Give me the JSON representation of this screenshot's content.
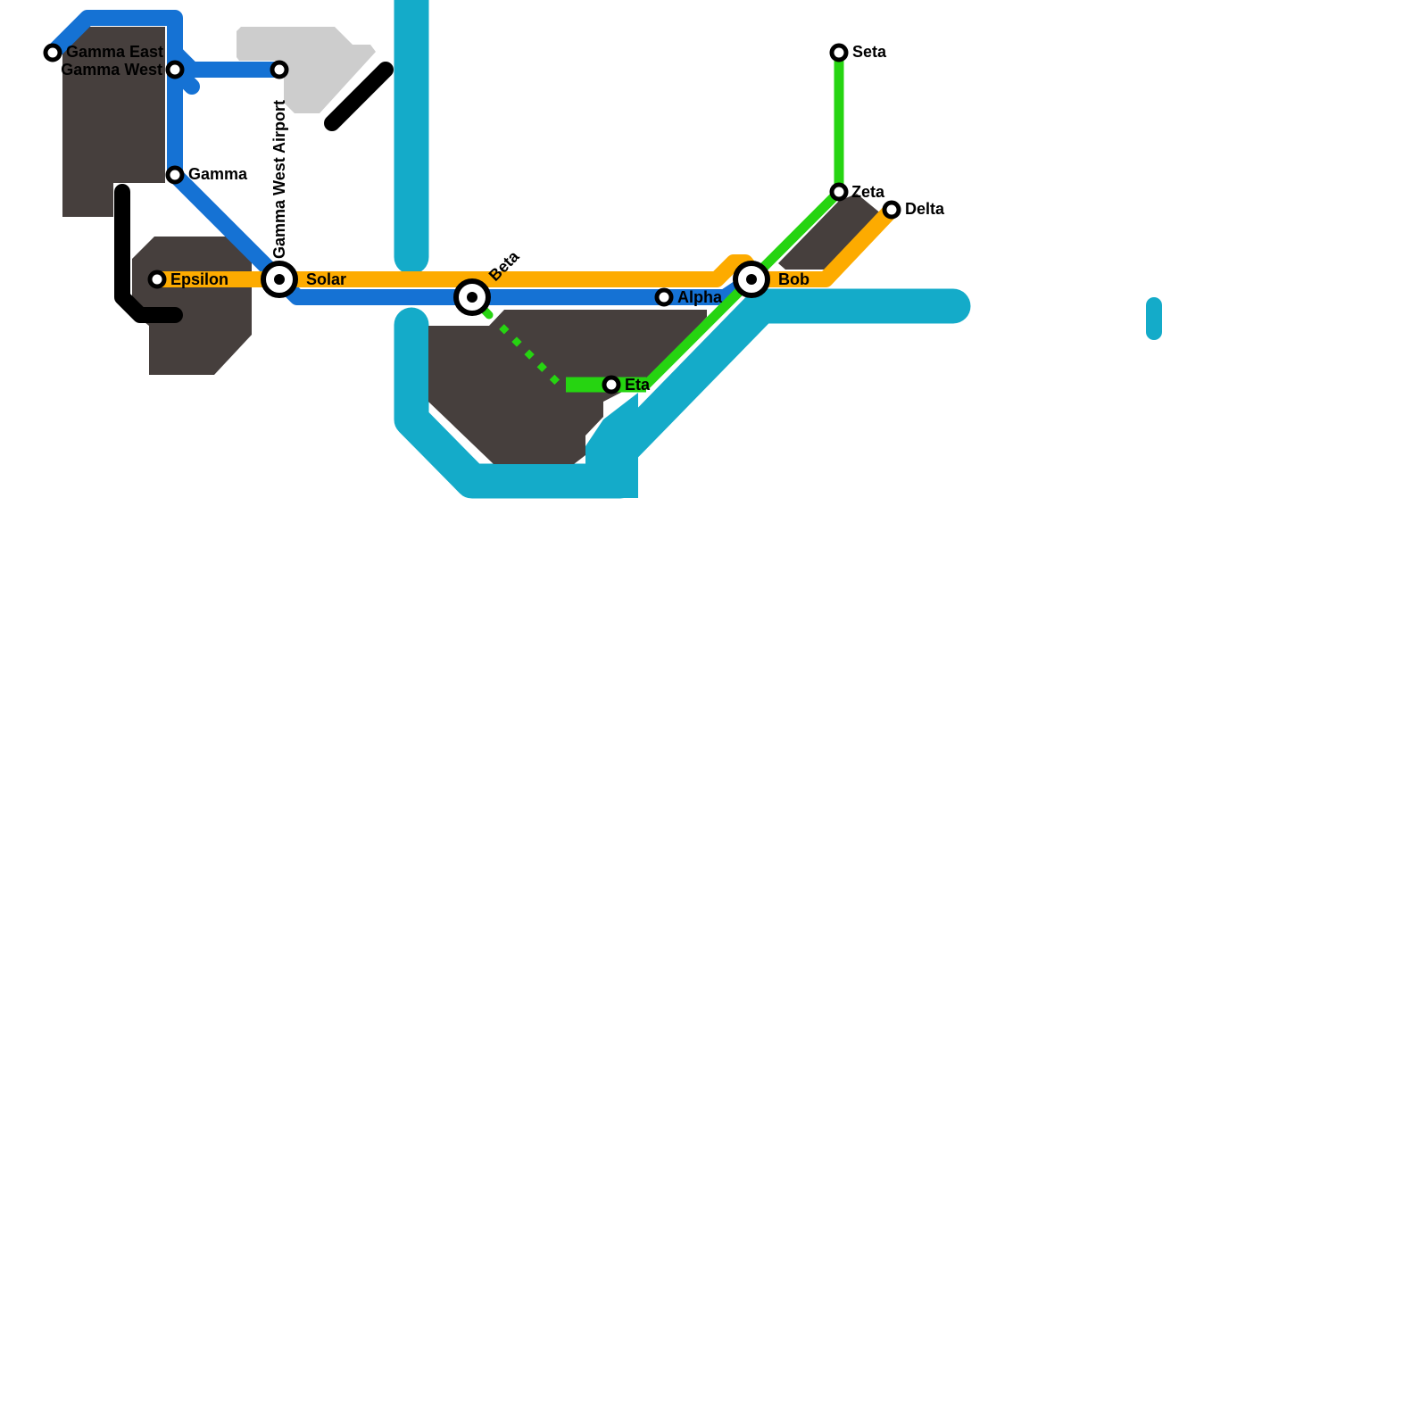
{
  "colors": {
    "water": "#14abc9",
    "land": "#463f3d",
    "airport": "#cdcdcd",
    "line_blue": "#1572d4",
    "line_orange": "#fdab00",
    "line_green": "#26d411",
    "line_black": "#000000"
  },
  "stations": {
    "gamma_east": "Gamma East",
    "gamma_west": "Gamma West",
    "gamma": "Gamma",
    "gamma_west_airport": "Gamma West Airport",
    "solar": "Solar",
    "epsilon": "Epsilon",
    "beta": "Beta",
    "alpha": "Alpha",
    "bob": "Bob",
    "eta": "Eta",
    "zeta": "Zeta",
    "delta": "Delta",
    "seta": "Seta"
  }
}
